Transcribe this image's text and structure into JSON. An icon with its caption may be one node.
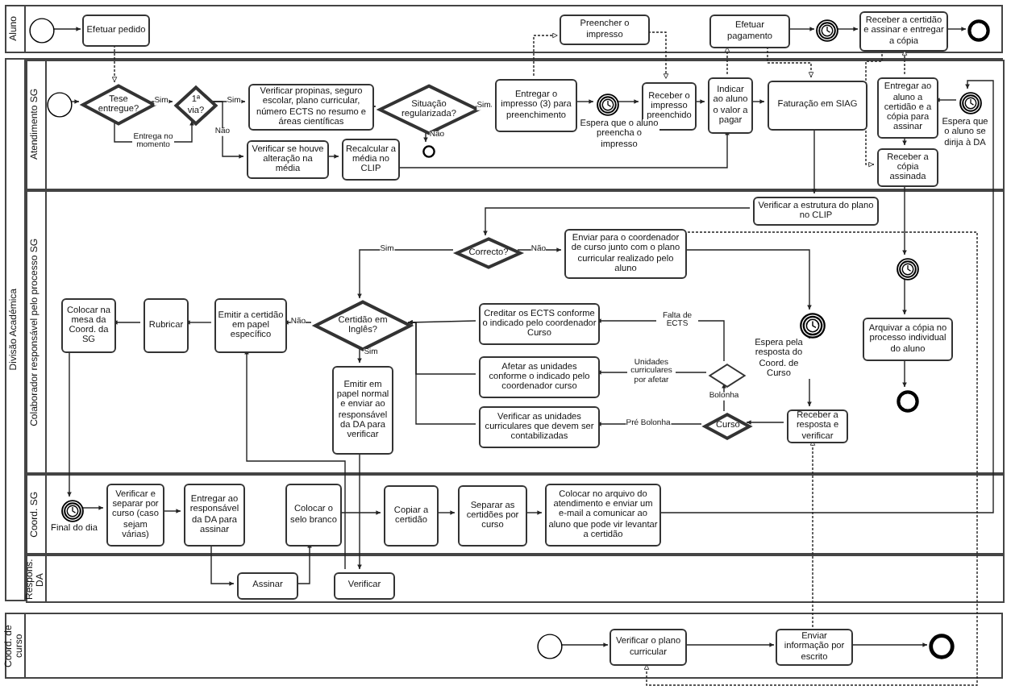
{
  "diagram": {
    "nodes": [
      {
        "text": [
          "Aluno"
        ]
      },
      {
        "text": [],
        "shape": "circle",
        "in": 0
      },
      {
        "text": [
          "Efetuar pedido"
        ],
        "in": 0
      },
      {
        "text": [
          "Preencher o impresso"
        ],
        "in": 0
      },
      {
        "text": [
          "Efetuar pagamento"
        ],
        "in": 0
      },
      {
        "text": [],
        "shape": "circle",
        "in": 0
      },
      {
        "text": [
          "Receber a certidão e assinar e entregar a cópia"
        ],
        "in": 0
      },
      {
        "text": [],
        "shape": "circle",
        "in": 0
      },
      {
        "text": [
          "Divisão Académica"
        ]
      },
      {
        "text": [
          "Atendimento SG"
        ],
        "in": 8
      },
      {
        "text": [],
        "shape": "circle",
        "in": 9
      },
      {
        "text": [
          "Tese entregue?"
        ],
        "in": 9
      },
      {
        "text": [
          "1ª via?"
        ],
        "in": 9
      },
      {
        "text": [
          "Verificar propinas, seguro escolar, plano curricular, número ECTS no resumo e áreas científicas"
        ],
        "in": 9
      },
      {
        "text": [
          "Verificar se houve alteração na média"
        ],
        "in": 9
      },
      {
        "text": [
          "Recalcular a média no CLIP"
        ],
        "in": 9
      },
      {
        "text": [
          "Situação regularizada?"
        ],
        "in": 9
      },
      {
        "text": [],
        "shape": "circle",
        "in": 9
      },
      {
        "text": [
          "Entregar o impresso (3) para preenchimento"
        ],
        "in": 9
      },
      {
        "text": [],
        "shape": "circle",
        "in": 9,
        "beside": [
          "Espera que o aluno preencha o impresso"
        ]
      },
      {
        "text": [
          "Receber o impresso preenchido"
        ],
        "in": 9
      },
      {
        "text": [
          "Indicar ao aluno o valor a pagar"
        ],
        "in": 9
      },
      {
        "text": [
          "Faturação em SIAG"
        ],
        "in": 9
      },
      {
        "text": [
          "Entregar ao aluno a certidão e a cópia para assinar"
        ],
        "in": 9
      },
      {
        "text": [
          "Receber a cópia assinada"
        ],
        "in": 9
      },
      {
        "text": [],
        "shape": "circle",
        "in": 9,
        "beside": [
          "Espera que o aluno se dirija à DA"
        ]
      },
      {
        "text": [
          "Colaborador responsável pelo processo SG"
        ],
        "in": 8
      },
      {
        "text": [
          "Verificar a estrutura do plano no CLIP"
        ],
        "in": 26
      },
      {
        "text": [
          "Correcto?"
        ],
        "in": 26
      },
      {
        "text": [
          "Enviar para o coordenador de curso junto com o plano curricular realizado pelo aluno"
        ],
        "in": 26
      },
      {
        "text": [],
        "shape": "circle",
        "in": 26,
        "beside": [
          "Espera pela resposta do Coord. de Curso"
        ]
      },
      {
        "text": [
          "Receber a resposta e verificar"
        ],
        "in": 26
      },
      {
        "text": [
          "Curso"
        ],
        "in": 26
      },
      {
        "text": [],
        "shape": "diamond",
        "in": 26
      },
      {
        "text": [
          "Creditar os ECTS conforme o indicado pelo coordenador Curso"
        ],
        "in": 26
      },
      {
        "text": [
          "Afetar as unidades conforme o indicado pelo coordenador curso"
        ],
        "in": 26
      },
      {
        "text": [
          "Verificar as unidades curriculares que devem ser contabilizadas"
        ],
        "in": 26
      },
      {
        "text": [
          "Certidão em Inglês?"
        ],
        "in": 26
      },
      {
        "text": [
          "Emitir em papel normal e enviar ao responsável da DA para verificar"
        ],
        "in": 26
      },
      {
        "text": [
          "Emitir a certidão em papel específico"
        ],
        "in": 26
      },
      {
        "text": [
          "Rubricar"
        ],
        "in": 26
      },
      {
        "text": [
          "Colocar na mesa da Coord. da SG"
        ],
        "in": 26
      },
      {
        "text": [],
        "shape": "circle",
        "in": 26
      },
      {
        "text": [
          "Arquivar a cópia no processo individual do aluno"
        ],
        "in": 26
      },
      {
        "text": [],
        "shape": "circle",
        "in": 26
      },
      {
        "text": [
          "Coord. SG"
        ],
        "in": 8
      },
      {
        "text": [],
        "shape": "circle",
        "in": 45,
        "beside": [
          "Final do dia"
        ]
      },
      {
        "text": [
          "Verificar e separar por curso (caso sejam várias)"
        ],
        "in": 45
      },
      {
        "text": [
          "Entregar ao responsável da DA para assinar"
        ],
        "in": 45
      },
      {
        "text": [
          "Colocar o selo branco"
        ],
        "in": 45
      },
      {
        "text": [
          "Copiar a certidão"
        ],
        "in": 45
      },
      {
        "text": [
          "Separar as certidões por curso"
        ],
        "in": 45
      },
      {
        "text": [
          "Colocar no arquivo do atendimento e enviar um e-mail a comunicar ao aluno que pode vir levantar a certidão"
        ],
        "in": 45
      },
      {
        "text": [
          "Respons. DA"
        ],
        "in": 8
      },
      {
        "text": [
          "Assinar"
        ],
        "in": 53
      },
      {
        "text": [
          "Verificar"
        ],
        "in": 53
      },
      {
        "text": [
          "Coord. de curso"
        ]
      },
      {
        "text": [],
        "shape": "circle",
        "in": 56
      },
      {
        "text": [
          "Verificar o plano curricular"
        ],
        "in": 56
      },
      {
        "text": [
          "Enviar informação por escrito"
        ],
        "in": 56
      },
      {
        "text": [],
        "shape": "circle",
        "in": 56
      }
    ],
    "edges": [
      {
        "from": 1,
        "to": 2,
        "arrow": "to"
      },
      {
        "from": 2,
        "to": 11,
        "arrow": "to",
        "style": "dashed"
      },
      {
        "from": 10,
        "to": 11,
        "arrow": "to"
      },
      {
        "from": 11,
        "to": 12,
        "arrow": "to",
        "label": "Sim"
      },
      {
        "from": 11,
        "to": 12,
        "arrow": "to",
        "label": "Entrega no momento"
      },
      {
        "from": 12,
        "to": 13,
        "arrow": "to",
        "label": "Sim"
      },
      {
        "from": 12,
        "to": 14,
        "arrow": "to",
        "label": "Não"
      },
      {
        "from": 14,
        "to": 15,
        "arrow": "to"
      },
      {
        "from": 15,
        "to": 21,
        "arrow": "to"
      },
      {
        "from": 13,
        "to": 16,
        "arrow": "to"
      },
      {
        "from": 16,
        "to": 18,
        "arrow": "to",
        "label": "Sim"
      },
      {
        "from": 16,
        "to": 17,
        "arrow": "to",
        "label": "Não"
      },
      {
        "from": 18,
        "to": 3,
        "arrow": "to",
        "style": "dashed"
      },
      {
        "from": 18,
        "to": 19,
        "arrow": "to"
      },
      {
        "from": 19,
        "to": 20,
        "arrow": "to"
      },
      {
        "from": 3,
        "to": 20,
        "arrow": "to",
        "style": "dashed"
      },
      {
        "from": 20,
        "to": 21,
        "arrow": "to"
      },
      {
        "from": 21,
        "to": 4,
        "arrow": "to",
        "style": "dashed"
      },
      {
        "from": 21,
        "to": 22,
        "arrow": "to"
      },
      {
        "from": 4,
        "to": 22,
        "arrow": "to",
        "style": "dashed"
      },
      {
        "from": 4,
        "to": 5,
        "arrow": "to"
      },
      {
        "from": 5,
        "to": 6,
        "arrow": "to"
      },
      {
        "from": 6,
        "to": 7,
        "arrow": "to"
      },
      {
        "from": 23,
        "to": 6,
        "arrow": "to",
        "style": "dashed"
      },
      {
        "from": 6,
        "to": 24,
        "arrow": "to",
        "style": "dashed"
      },
      {
        "from": 22,
        "to": 27,
        "arrow": "to"
      },
      {
        "from": 27,
        "to": 28,
        "arrow": "to"
      },
      {
        "from": 28,
        "to": 37,
        "arrow": "to",
        "label": "Sim"
      },
      {
        "from": 28,
        "to": 29,
        "arrow": "to",
        "label": "Não"
      },
      {
        "from": 29,
        "to": 30,
        "arrow": "to"
      },
      {
        "from": 29,
        "to": 58,
        "arrow": "to",
        "style": "dashed"
      },
      {
        "from": 30,
        "to": 31,
        "arrow": "to"
      },
      {
        "from": 59,
        "to": 31,
        "arrow": "to",
        "style": "dashed"
      },
      {
        "from": 31,
        "to": 32,
        "arrow": "to"
      },
      {
        "from": 32,
        "to": 33,
        "arrow": "to",
        "label": "Bolonha"
      },
      {
        "from": 32,
        "to": 36,
        "arrow": "to",
        "label": "Pré Bolonha"
      },
      {
        "from": 33,
        "to": 34,
        "arrow": "to",
        "label": "Falta de ECTS"
      },
      {
        "from": 33,
        "to": 35,
        "arrow": "to",
        "label": "Unidades curriculares por afetar"
      },
      {
        "from": 34,
        "to": 37,
        "arrow": "to"
      },
      {
        "from": 35,
        "to": 37,
        "arrow": "to"
      },
      {
        "from": 36,
        "to": 37,
        "arrow": "to"
      },
      {
        "from": 37,
        "to": 39,
        "arrow": "to",
        "label": "Não"
      },
      {
        "from": 37,
        "to": 38,
        "arrow": "to",
        "label": "Sim"
      },
      {
        "from": 38,
        "to": 55,
        "arrow": "to"
      },
      {
        "from": 55,
        "to": 39,
        "arrow": "to"
      },
      {
        "from": 39,
        "to": 40,
        "arrow": "to"
      },
      {
        "from": 40,
        "to": 41,
        "arrow": "to"
      },
      {
        "from": 41,
        "to": 46,
        "arrow": "to"
      },
      {
        "from": 46,
        "to": 47,
        "arrow": "to"
      },
      {
        "from": 47,
        "to": 48,
        "arrow": "to"
      },
      {
        "from": 48,
        "to": 54,
        "arrow": "to"
      },
      {
        "from": 54,
        "to": 49,
        "arrow": "to"
      },
      {
        "from": 49,
        "to": 50,
        "arrow": "to"
      },
      {
        "from": 50,
        "to": 51,
        "arrow": "to"
      },
      {
        "from": 51,
        "to": 52,
        "arrow": "to"
      },
      {
        "from": 52,
        "to": 25,
        "arrow": "to"
      },
      {
        "from": 25,
        "to": 23,
        "arrow": "to"
      },
      {
        "from": 23,
        "to": 24,
        "arrow": "to"
      },
      {
        "from": 24,
        "to": 42,
        "arrow": "to"
      },
      {
        "from": 42,
        "to": 43,
        "arrow": "to"
      },
      {
        "from": 43,
        "to": 44,
        "arrow": "to"
      },
      {
        "from": 57,
        "to": 58,
        "arrow": "to"
      },
      {
        "from": 58,
        "to": 59,
        "arrow": "to"
      },
      {
        "from": 59,
        "to": 60,
        "arrow": "to"
      }
    ]
  }
}
